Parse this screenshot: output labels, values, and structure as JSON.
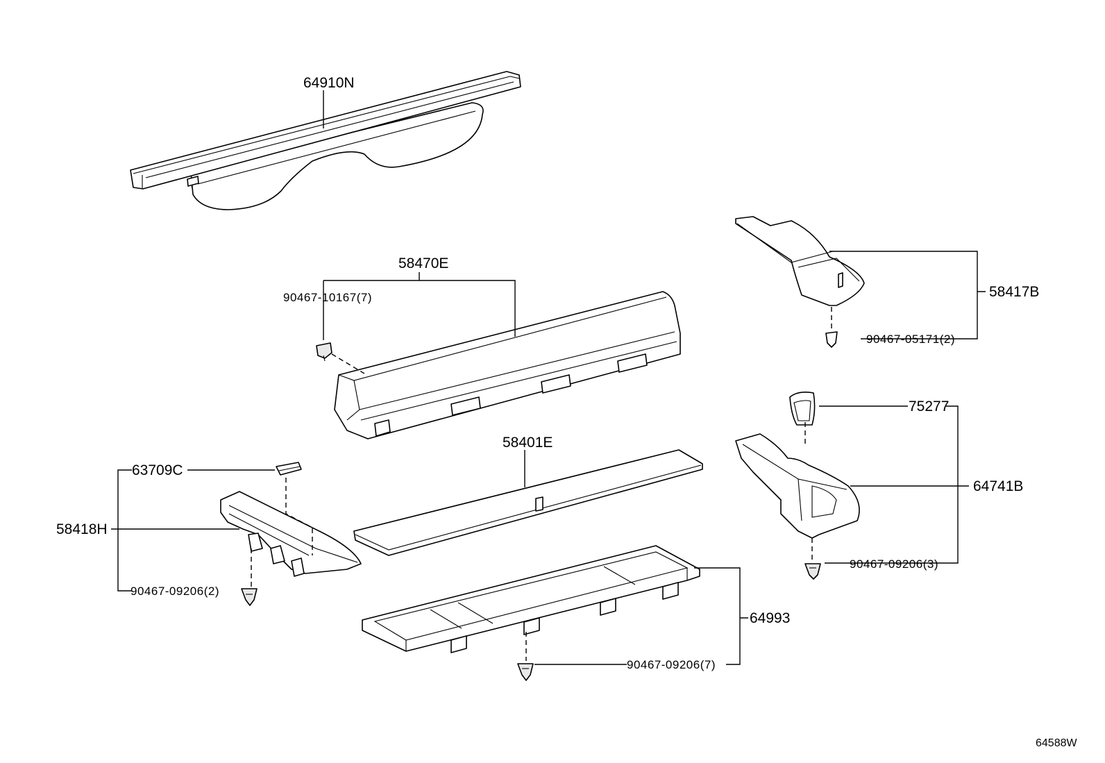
{
  "diagram_id": "64588W",
  "parts": {
    "cover_roller": "64910N",
    "trim_panel_upper": "58470E",
    "screw_upper": "90467-10167(7)",
    "side_panel_right_upper": "58417B",
    "screw_right_upper": "90467-05171(2)",
    "box_insert": "75277",
    "side_box_right": "64741B",
    "screw_right_lower": "90467-09206(3)",
    "floor_board": "58401E",
    "clip_left": "63709C",
    "side_panel_left": "58418H",
    "screw_left": "90467-09206(2)",
    "floor_tray": "64993",
    "screw_tray": "90467-09206(7)"
  }
}
